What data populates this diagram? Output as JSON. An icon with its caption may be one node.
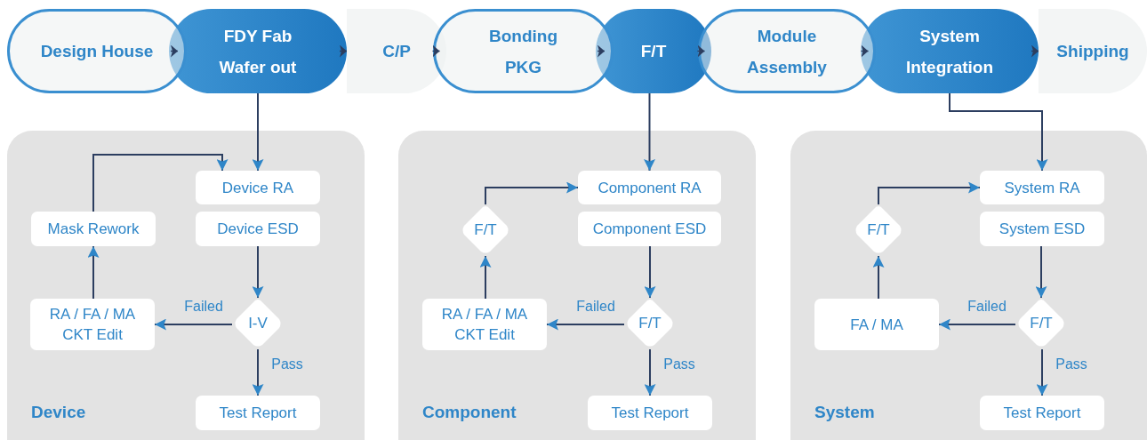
{
  "diagram": {
    "nodes": [
      {
        "text": [
          "Design House"
        ]
      },
      {
        "text": [
          "FDY Fab Wafer out"
        ]
      },
      {
        "text": [
          "C/P"
        ]
      },
      {
        "text": [
          "Bonding PKG"
        ]
      },
      {
        "text": [
          "F/T"
        ]
      },
      {
        "text": [
          "Module Assembly"
        ]
      },
      {
        "text": [
          "System Integration"
        ]
      },
      {
        "text": [
          "Shipping"
        ]
      },
      {
        "text": [
          "Device"
        ]
      },
      {
        "text": [
          "Device RA"
        ],
        "in": 8
      },
      {
        "text": [
          "Device ESD"
        ],
        "in": 8
      },
      {
        "text": [
          "Mask Rework"
        ],
        "in": 8
      },
      {
        "text": [
          "RA / FA / MA CKT Edit"
        ],
        "in": 8
      },
      {
        "text": [
          "I-V"
        ],
        "in": 8
      },
      {
        "text": [
          "Test Report"
        ],
        "in": 8
      },
      {
        "text": [
          "Component"
        ]
      },
      {
        "text": [
          "Component RA"
        ],
        "in": 15
      },
      {
        "text": [
          "Component ESD"
        ],
        "in": 15
      },
      {
        "text": [
          "F/T"
        ],
        "in": 15
      },
      {
        "text": [
          "RA / FA / MA CKT Edit"
        ],
        "in": 15
      },
      {
        "text": [
          "F/T"
        ],
        "in": 15
      },
      {
        "text": [
          "Test Report"
        ],
        "in": 15
      },
      {
        "text": [
          "System"
        ]
      },
      {
        "text": [
          "System RA"
        ],
        "in": 22
      },
      {
        "text": [
          "System ESD"
        ],
        "in": 22
      },
      {
        "text": [
          "F/T"
        ],
        "in": 22
      },
      {
        "text": [
          "FA / MA"
        ],
        "in": 22
      },
      {
        "text": [
          "F/T"
        ],
        "in": 22
      },
      {
        "text": [
          "Test Report"
        ],
        "in": 22
      }
    ],
    "edges": [
      {
        "from": 0,
        "to": 1,
        "arrow": "to"
      },
      {
        "from": 1,
        "to": 2,
        "arrow": "to"
      },
      {
        "from": 2,
        "to": 3,
        "arrow": "to"
      },
      {
        "from": 3,
        "to": 4,
        "arrow": "to"
      },
      {
        "from": 4,
        "to": 5,
        "arrow": "to"
      },
      {
        "from": 5,
        "to": 6,
        "arrow": "to"
      },
      {
        "from": 6,
        "to": 7,
        "arrow": "to"
      },
      {
        "from": 1,
        "to": 9,
        "arrow": "to"
      },
      {
        "from": 10,
        "to": 13,
        "arrow": "to"
      },
      {
        "from": 13,
        "to": 12,
        "arrow": "to",
        "label": "Failed"
      },
      {
        "from": 13,
        "to": 14,
        "arrow": "to",
        "label": "Pass"
      },
      {
        "from": 12,
        "to": 11,
        "arrow": "to"
      },
      {
        "from": 11,
        "to": 9,
        "arrow": "to"
      },
      {
        "from": 4,
        "to": 16,
        "arrow": "to"
      },
      {
        "from": 17,
        "to": 20,
        "arrow": "to"
      },
      {
        "from": 20,
        "to": 19,
        "arrow": "to",
        "label": "Failed"
      },
      {
        "from": 20,
        "to": 21,
        "arrow": "to",
        "label": "Pass"
      },
      {
        "from": 19,
        "to": 18,
        "arrow": "to"
      },
      {
        "from": 18,
        "to": 16,
        "arrow": "to"
      },
      {
        "from": 6,
        "to": 23,
        "arrow": "to"
      },
      {
        "from": 24,
        "to": 27,
        "arrow": "to"
      },
      {
        "from": 27,
        "to": 26,
        "arrow": "to",
        "label": "Failed"
      },
      {
        "from": 27,
        "to": 28,
        "arrow": "to",
        "label": "Pass"
      },
      {
        "from": 26,
        "to": 25,
        "arrow": "to"
      },
      {
        "from": 25,
        "to": 23,
        "arrow": "to"
      }
    ]
  }
}
